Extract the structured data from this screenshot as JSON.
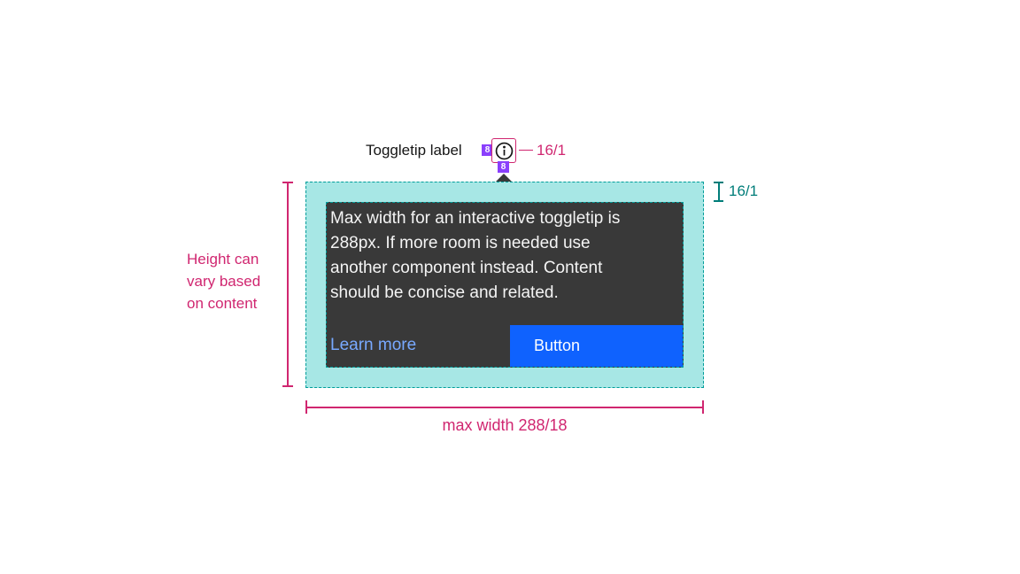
{
  "trigger": {
    "label": "Toggletip label",
    "spacing_badge_inline": "8",
    "spacing_badge_below": "8",
    "gap_annotation": "16/1"
  },
  "toggletip": {
    "body_text": "Max width for an interactive toggletip is\n288px. If more room is needed use\nanother component instead. Content\nshould be concise and related.",
    "link_label": "Learn more",
    "button_label": "Button"
  },
  "annotations": {
    "top_padding": "16/1",
    "height_note_line1": "Height can",
    "height_note_line2": "vary based",
    "height_note_line3": "on content",
    "max_width": "max width 288/18"
  },
  "colors": {
    "annotation_pink": "#d02670",
    "annotation_teal": "#007d79",
    "spacing_fill": "#a7e7e5",
    "spacing_dashed_border": "#009d9a",
    "badge_purple": "#8a3ffc",
    "tooltip_background": "#393939",
    "link_blue": "#78a9ff",
    "button_blue": "#0f62fe",
    "label_text": "#161616"
  }
}
